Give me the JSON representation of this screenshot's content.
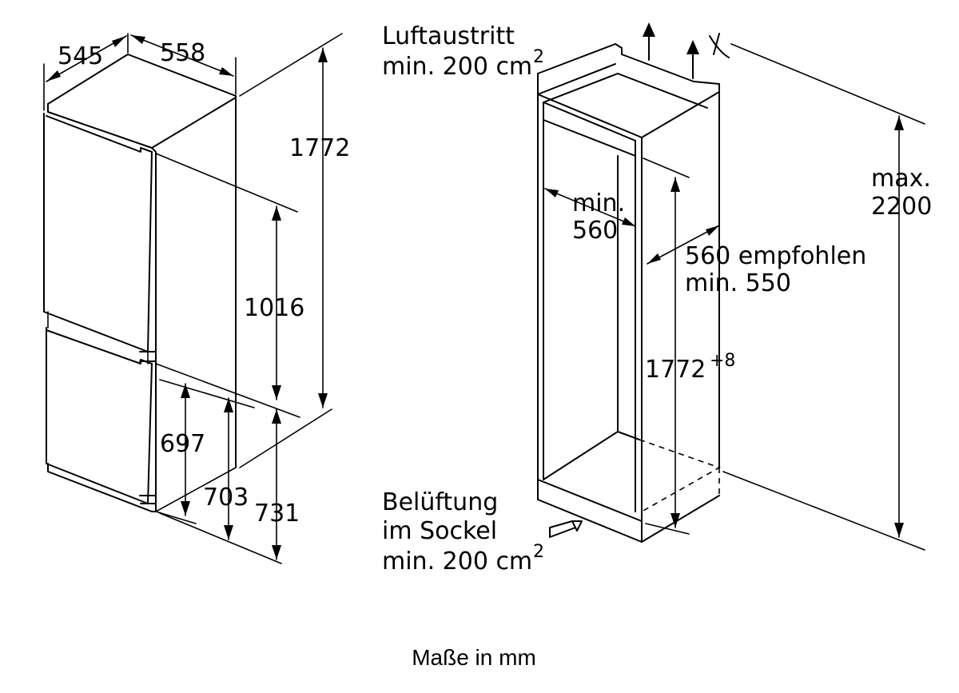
{
  "appliance": {
    "dims": {
      "depth": "545",
      "width": "558",
      "total_height": "1772",
      "upper_height": "1016",
      "h697": "697",
      "h703": "703",
      "h731": "731"
    }
  },
  "niche": {
    "air_outlet": {
      "line1": "Luftaustritt",
      "line2": "min. 200 cm",
      "unit_exp": "2"
    },
    "ventilation": {
      "line1": "Belüftung",
      "line2": "im Sockel",
      "line3": "min. 200 cm",
      "unit_exp": "2"
    },
    "depth_min": {
      "line1": "min.",
      "line2": "560"
    },
    "width": {
      "line1": "560 empfohlen",
      "line2": "min. 550"
    },
    "height": {
      "value": "1772",
      "tolerance": "+8"
    },
    "max_height": {
      "line1": "max.",
      "line2": "2200"
    }
  },
  "caption": "Maße in mm"
}
